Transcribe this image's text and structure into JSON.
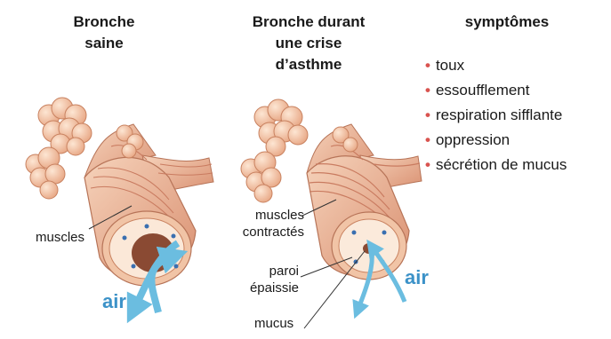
{
  "titles": {
    "healthy": "Bronche saine",
    "asthma": "Bronche durant une crise d’asthme",
    "symptoms": "symptômes"
  },
  "symptoms": [
    "toux",
    "essoufflement",
    "respiration sifflante",
    "oppression",
    "sécrétion de mucus"
  ],
  "labels": {
    "muscles": "muscles",
    "muscles_contracted_1": "muscles",
    "muscles_contracted_2": "contractés",
    "wall_1": "paroi",
    "wall_2": "épaissie",
    "mucus": "mucus",
    "air_left": "air",
    "air_right": "air"
  },
  "colors": {
    "air_arrow": "#6bbde0",
    "air_text": "#3c92c8",
    "tissue": "#f2c6a8",
    "muscle": "#d88e74",
    "alveoli": "#f6d0b3",
    "symptom_bullet": "#d9534f"
  }
}
